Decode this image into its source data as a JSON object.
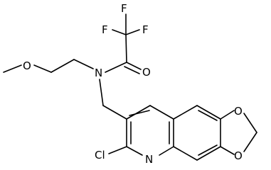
{
  "molecule": {
    "atoms": {
      "f_top": "F",
      "f_left": "F",
      "f_right": "F",
      "o_methoxy": "O",
      "n_amide": "N",
      "o_carbonyl": "O",
      "o_dioxole_top": "O",
      "o_dioxole_bottom": "O",
      "cl": "Cl",
      "n_ring": "N"
    }
  }
}
